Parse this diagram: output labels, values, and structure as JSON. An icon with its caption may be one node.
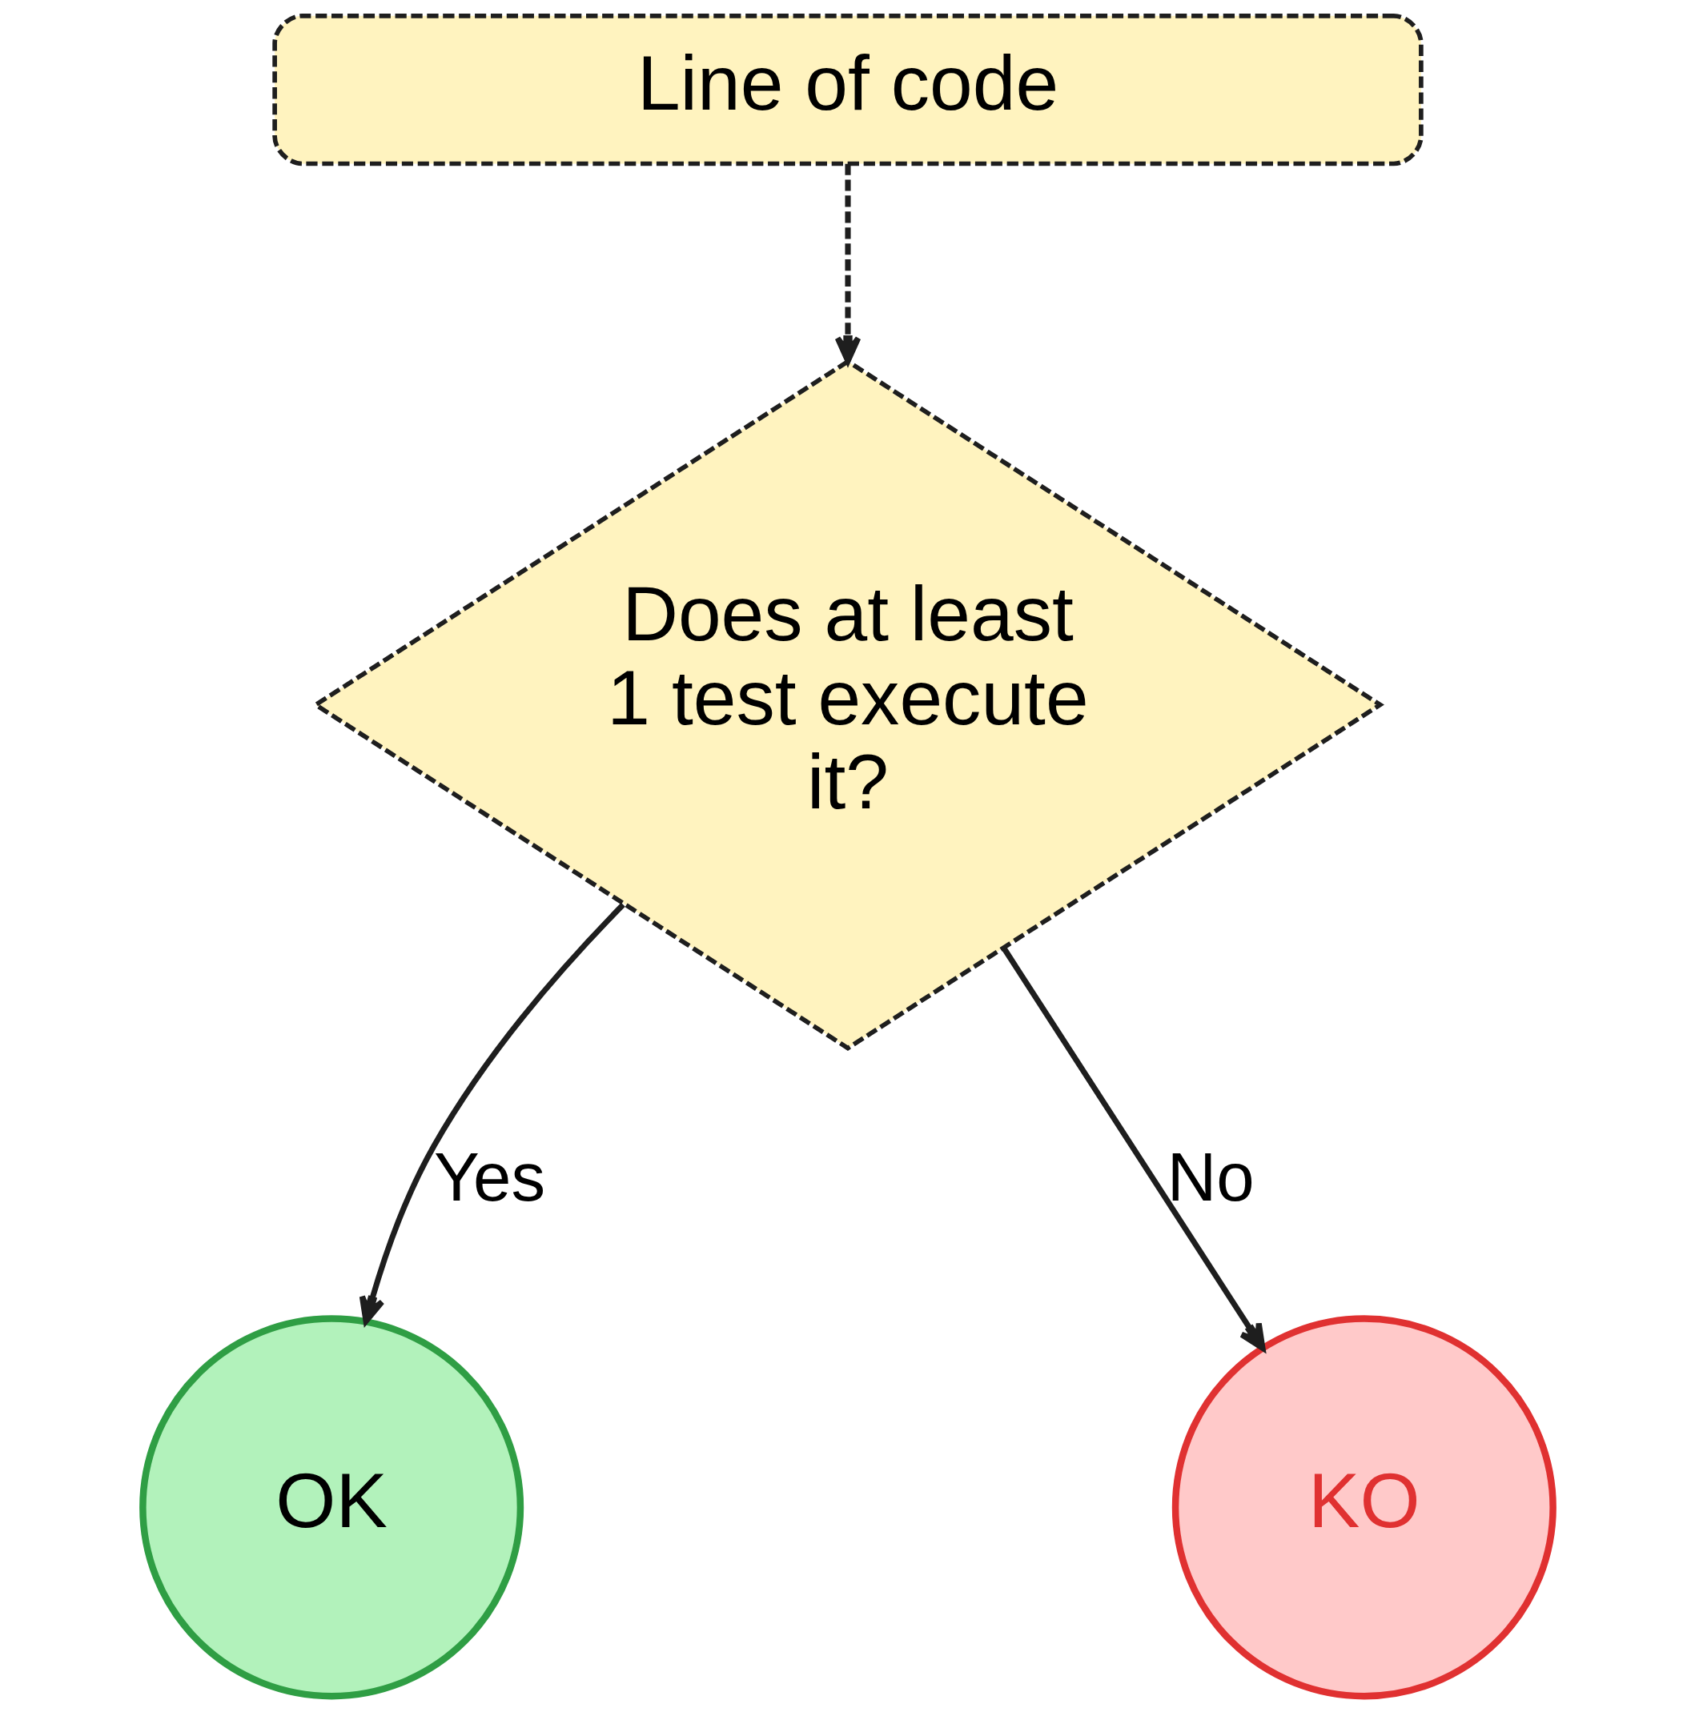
{
  "diagram": {
    "nodes": [
      {
        "text": [
          "Line of code"
        ]
      },
      {
        "text": [
          "Does at least 1 test execute it?"
        ]
      },
      {
        "text": [
          "OK"
        ]
      },
      {
        "text": [
          "KO"
        ]
      }
    ],
    "edges": [
      {
        "from": 0,
        "to": 1,
        "arrow": "to",
        "style": "dashed"
      },
      {
        "from": 1,
        "to": 2,
        "arrow": "to",
        "label": "Yes"
      },
      {
        "from": 1,
        "to": 3,
        "arrow": "to",
        "label": "No"
      }
    ]
  }
}
